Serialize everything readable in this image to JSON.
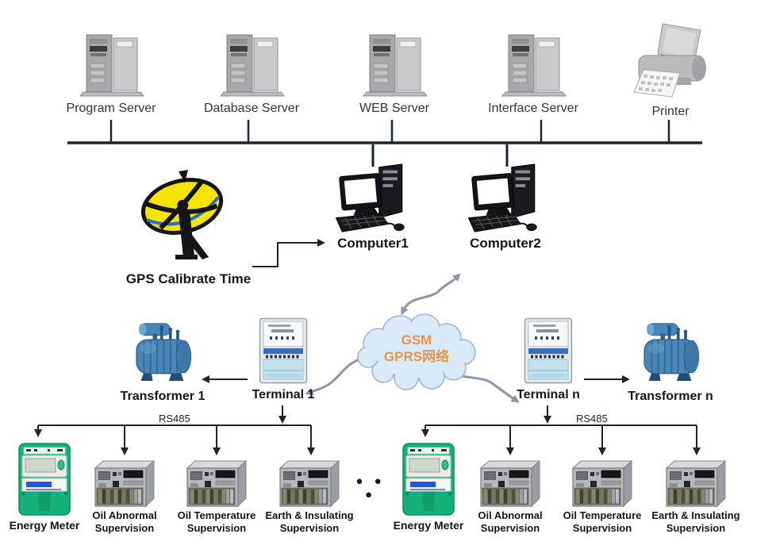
{
  "top_row": [
    {
      "label": "Program Server"
    },
    {
      "label": "Database Server"
    },
    {
      "label": "WEB Server"
    },
    {
      "label": "Interface Server"
    },
    {
      "label": "Printer"
    }
  ],
  "gps_label": "GPS Calibrate Time",
  "computer1_label": "Computer1",
  "computer2_label": "Computer2",
  "cloud": {
    "line1": "GSM",
    "line2": "GPRS网络"
  },
  "field": {
    "transformer1": "Transformer 1",
    "terminal1": "Terminal 1",
    "terminal_n": "Terminal n",
    "transformer_n": "Transformer n"
  },
  "rs485_left": "RS485",
  "rs485_right": "RS485",
  "ellipsis": "● ● ●",
  "groups": [
    {
      "energy_meter": "Energy Meter",
      "devices": [
        {
          "line1": "Oil Abnormal",
          "line2": "Supervision"
        },
        {
          "line1": "Oil Temperature",
          "line2": "Supervision"
        },
        {
          "line1": "Earth & Insulating",
          "line2": "Supervision"
        }
      ]
    },
    {
      "energy_meter": "Energy Meter",
      "devices": [
        {
          "line1": "Oil Abnormal",
          "line2": "Supervision"
        },
        {
          "line1": "Oil Temperature",
          "line2": "Supervision"
        },
        {
          "line1": "Earth & Insulating",
          "line2": "Supervision"
        }
      ]
    }
  ],
  "colors": {
    "line": "#1b2433",
    "arrow_gray": "#8f94a6",
    "cloud_fill": "#d9e9f6",
    "cloud_text": "#e8944a",
    "meter_green": "#13b27a",
    "transformer_blue": "#4a86b8",
    "dish_yellow": "#f4e400"
  }
}
